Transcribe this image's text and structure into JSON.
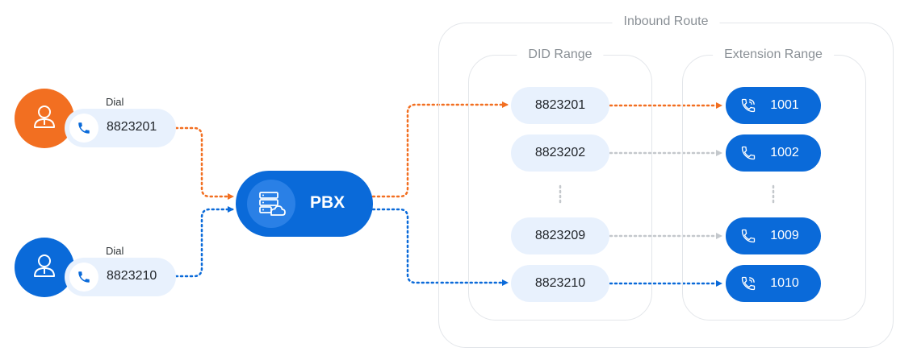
{
  "diagram": {
    "inbound_route_title": "Inbound Route",
    "did_range_title": "DID Range",
    "extension_range_title": "Extension Range",
    "pbx_label": "PBX",
    "callers": [
      {
        "dial_label": "Dial",
        "number": "8823201",
        "color": "#f26f21"
      },
      {
        "dial_label": "Dial",
        "number": "8823210",
        "color": "#0a6ad9"
      }
    ],
    "did_numbers": [
      "8823201",
      "8823202",
      "8823209",
      "8823210"
    ],
    "extensions": [
      "1001",
      "1002",
      "1009",
      "1010"
    ],
    "colors": {
      "orange": "#f26f21",
      "blue": "#0a6ad9",
      "gray": "#c4c8cc",
      "light_blue": "#e8f1fd"
    }
  }
}
